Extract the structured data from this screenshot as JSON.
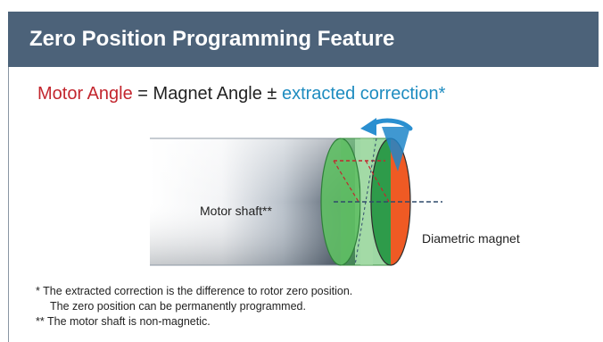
{
  "title": "Zero Position Programming Feature",
  "equation": {
    "motor_angle": "Motor Angle",
    "equals": " = ",
    "magnet_angle": "Magnet Angle",
    "plus_minus": " ± ",
    "correction": "extracted correction*"
  },
  "diagram": {
    "shaft_label": "Motor shaft**",
    "magnet_label": "Diametric magnet"
  },
  "footnotes": {
    "line1": "* The extracted correction is the difference to rotor zero position.",
    "line2": "The zero position can be permanently programmed.",
    "line3": "** The motor shaft is non-magnetic."
  },
  "colors": {
    "title_bar": "#4c6279",
    "motor_angle": "#c3262e",
    "correction": "#1e8cc0",
    "magnet_north": "#ef5a24",
    "magnet_south": "#2e9b4a",
    "rotation_arrow": "#2a8fd0"
  }
}
